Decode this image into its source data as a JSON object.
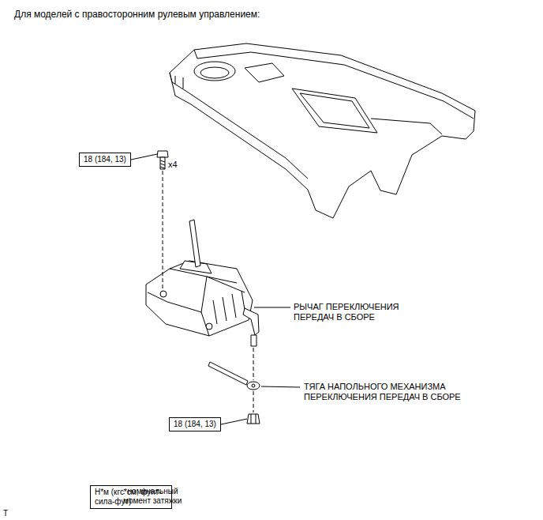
{
  "diagram": {
    "title": "Для моделей с правосторонним рулевым управлением:",
    "nodes": [
      {
        "text": [
          "18 (184, 13)"
        ]
      },
      {
        "text": [
          "18 (184, 13)"
        ]
      },
      {
        "text": [
          "Н*м (кгс*см, фунт-сила-фут)"
        ]
      }
    ],
    "labels": [
      "x4",
      "РЫЧАГ ПЕРЕКЛЮЧЕНИЯ ПЕРЕДАЧ В СБОРЕ",
      "ТЯГА НАПОЛЬНОГО МЕХАНИЗМА ПЕРЕКЛЮЧЕНИЯ ПЕРЕДАЧ В СБОРЕ",
      ": номинальный момент затяжки",
      "T"
    ]
  }
}
